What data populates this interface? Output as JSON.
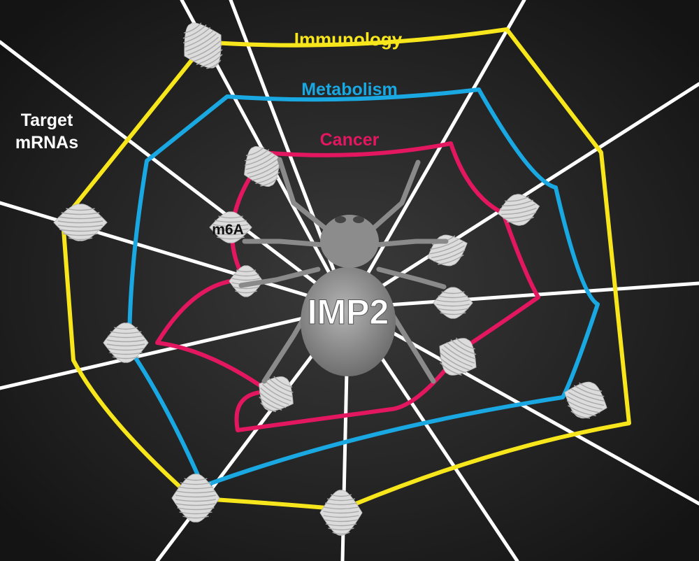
{
  "labels": {
    "immunology": "Immunology",
    "metabolism": "Metabolism",
    "cancer": "Cancer",
    "target_line1": "Target",
    "target_line2": "mRNAs",
    "m6a": "m6A",
    "center": "IMP2"
  },
  "colors": {
    "background": "#1c1c1c",
    "immunology": "#f7e61c",
    "metabolism": "#1aa8e2",
    "cancer": "#e2175f",
    "web_strand": "#ffffff",
    "mrna_cocoon": "#dcdcdc",
    "spider": "#8a8a8a"
  },
  "icons": {
    "spider": "spider-icon",
    "cocoon": "mrna-cocoon-icon"
  }
}
